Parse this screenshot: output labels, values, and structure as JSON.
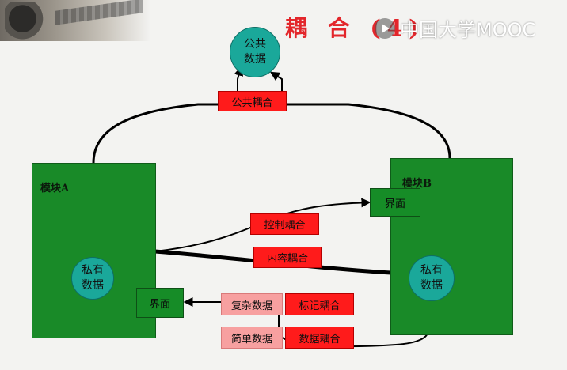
{
  "slide": {
    "title": "耦 合 (4)",
    "watermark": "中国大学MOOC"
  },
  "module_a": {
    "label": "模块A",
    "private_data": "私有\n数据",
    "interface": "界面"
  },
  "module_b": {
    "label": "模块B",
    "private_data": "私有\n数据",
    "interface": "界面"
  },
  "common_data": "公共\n数据",
  "couplings": {
    "common": "公共耦合",
    "control": "控制耦合",
    "content": "内容耦合",
    "stamp": "标记耦合",
    "data": "数据耦合"
  },
  "data_kinds": {
    "complex": "复杂数据",
    "simple": "简单数据"
  },
  "colors": {
    "module": "#198a28",
    "data_circle": "#1aa89a",
    "coupling_label": "#ff1b1b",
    "data_kind_label": "#f7a0a0",
    "title": "#e3262b"
  }
}
